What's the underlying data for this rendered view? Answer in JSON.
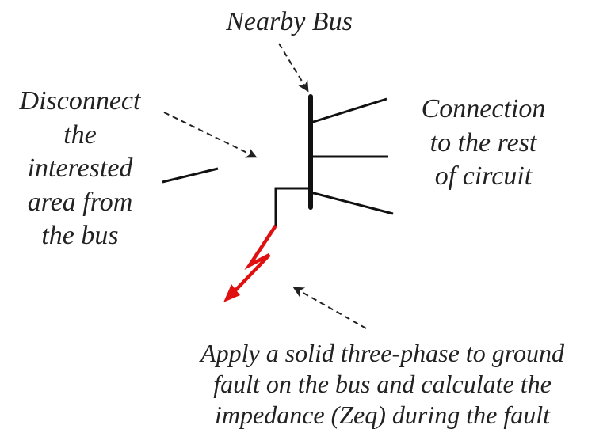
{
  "labels": {
    "nearby_bus": "Nearby Bus",
    "disconnect": [
      "Disconnect",
      "the",
      "interested",
      "area from",
      "the bus"
    ],
    "connection": [
      "Connection",
      "to the rest",
      "of circuit"
    ],
    "apply": [
      "Apply a solid three-phase to ground",
      "fault on the bus and calculate the",
      "impedance (Zeq) during the fault"
    ]
  },
  "colors": {
    "wire": "#111111",
    "fault": "#e01010",
    "arrow": "#222222",
    "text": "#222222"
  }
}
